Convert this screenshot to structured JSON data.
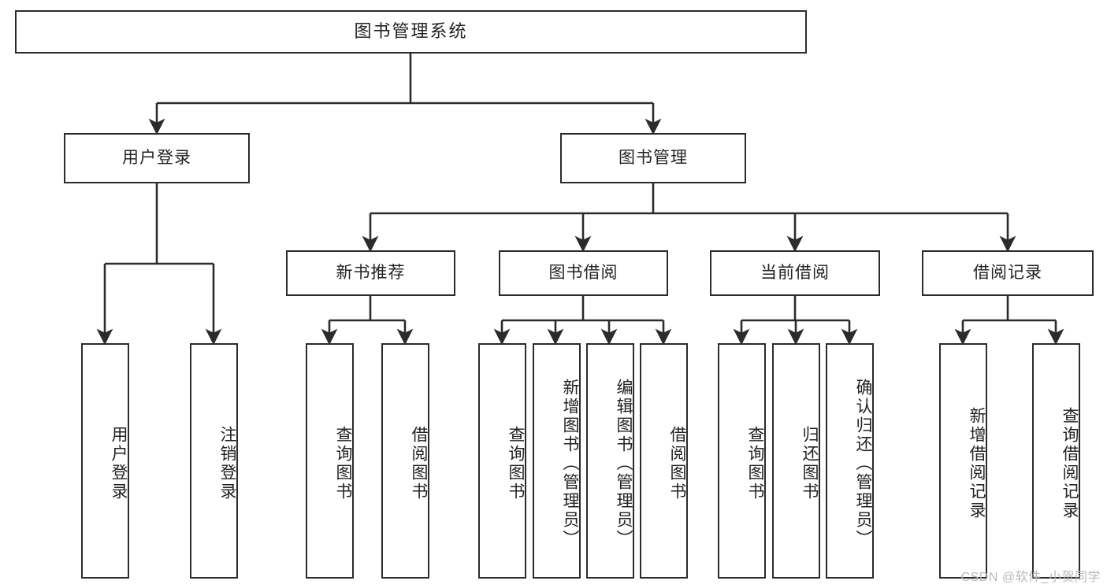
{
  "diagram": {
    "type": "tree-hierarchy",
    "title": "图书管理系统",
    "watermark": "CSDN @软件_小贺同学",
    "colors": {
      "stroke": "#2b2b2b",
      "fill": "#ffffff",
      "text": "#222222",
      "watermark": "#b9b9b9"
    },
    "root": {
      "label": "图书管理系统"
    },
    "level2": [
      {
        "label": "用户登录"
      },
      {
        "label": "图书管理"
      }
    ],
    "level3": [
      {
        "label": "新书推荐"
      },
      {
        "label": "图书借阅"
      },
      {
        "label": "当前借阅"
      },
      {
        "label": "借阅记录"
      }
    ],
    "leaves": {
      "user_login": [
        {
          "label": "用户登录"
        },
        {
          "label": "注销登录"
        }
      ],
      "new_book_recommend": [
        {
          "label": "查询图书"
        },
        {
          "label": "借阅图书"
        }
      ],
      "book_borrow": [
        {
          "label": "查询图书"
        },
        {
          "label": "新增图书（管理员）"
        },
        {
          "label": "编辑图书（管理员）"
        },
        {
          "label": "借阅图书"
        }
      ],
      "current_borrow": [
        {
          "label": "查询图书"
        },
        {
          "label": "归还图书"
        },
        {
          "label": "确认归还（管理员）"
        }
      ],
      "borrow_record": [
        {
          "label": "新增借阅记录"
        },
        {
          "label": "查询借阅记录"
        }
      ]
    }
  }
}
